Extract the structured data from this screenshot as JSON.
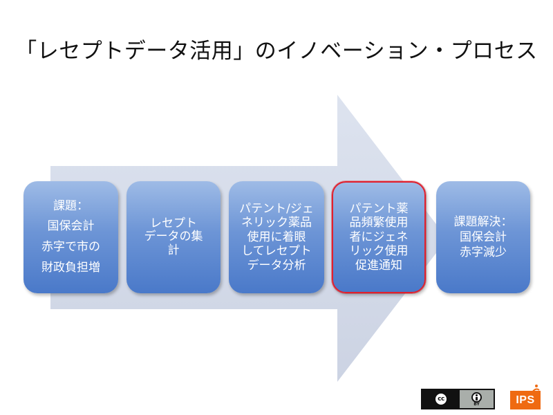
{
  "title": "「レセプトデータ活用」のイノベーション・プロセス",
  "steps": [
    {
      "lines": [
        "課題：",
        "国保会計",
        "赤字で市の",
        "財政負担増"
      ],
      "highlighted": false
    },
    {
      "lines": [
        "レセプト",
        "データの集",
        "計"
      ],
      "highlighted": false
    },
    {
      "lines": [
        "パテント/ジェ",
        "ネリック薬品",
        "使用に着眼",
        "してレセプト",
        "データ分析"
      ],
      "highlighted": false
    },
    {
      "lines": [
        "パテント薬",
        "品頻繁使用",
        "者にジェネ",
        "リック使用",
        "促進通知"
      ],
      "highlighted": true
    },
    {
      "lines": [
        "課題解決：",
        "国保会計",
        "赤字減少"
      ],
      "highlighted": false
    }
  ],
  "license": {
    "cc": "cc",
    "by": "BY"
  },
  "logo": {
    "text": "IPS"
  },
  "colors": {
    "arrow": "#d3d9e8",
    "box_top": "#9ebbe6",
    "box_bottom": "#4a79c9",
    "highlight_border": "#e0202e",
    "logo_orange": "#ef6a12"
  }
}
